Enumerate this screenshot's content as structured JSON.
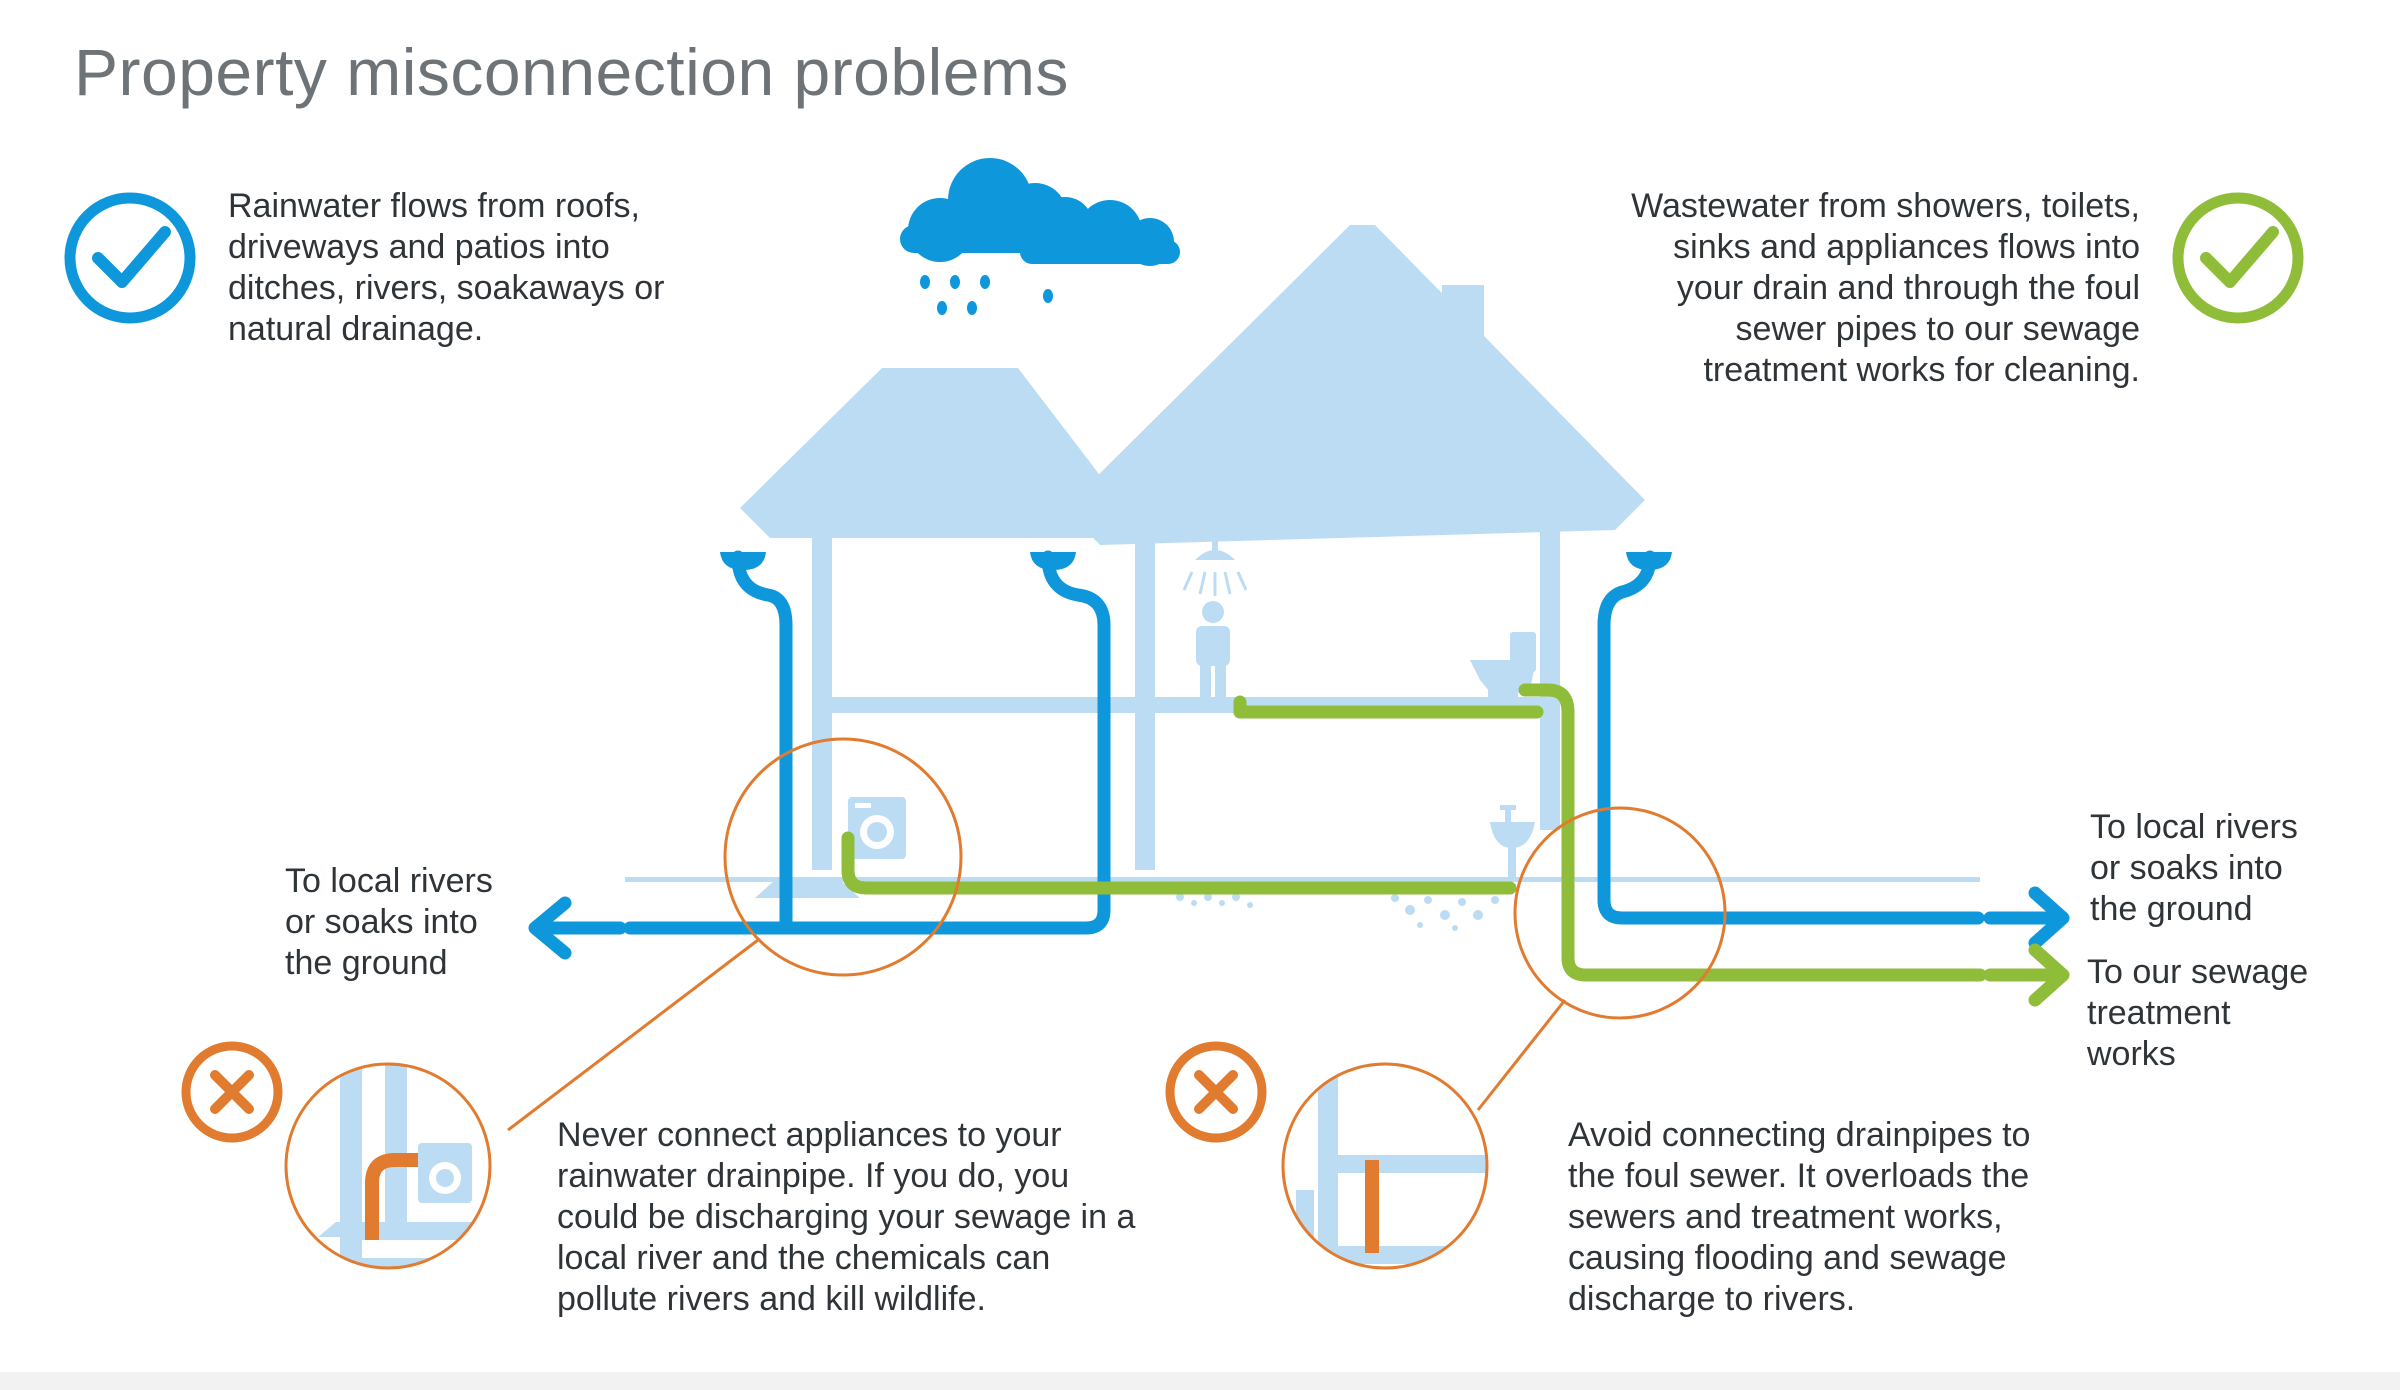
{
  "title": "Property misconnection problems",
  "rainwater_note": "Rainwater flows from roofs,\ndriveways and patios into\nditches, rivers, soakaways or\nnatural drainage.",
  "wastewater_note": "Wastewater from showers, toilets,\nsinks and appliances flows into\nyour drain and through the foul\nsewer pipes to our sewage\ntreatment works for cleaning.",
  "left_outlet_label": "To local rivers\nor soaks into\nthe ground",
  "right_outlet_rivers_label": "To local rivers\nor soaks into\nthe ground",
  "right_outlet_sewage_label": "To our sewage\ntreatment\nworks",
  "appliance_warning": "Never connect appliances to your\nrainwater drainpipe. If you do, you\ncould be discharging your sewage in a\nlocal river and the chemicals can\npollute rivers and kill wildlife.",
  "drainpipe_warning": "Avoid connecting drainpipes to\nthe foul sewer. It overloads the\nsewers and treatment works,\ncausing flooding and sewage\ndischarge to rivers.",
  "colors": {
    "rainwater_blue": "#0f97dc",
    "foul_green": "#8fbd3a",
    "warning_orange": "#e07b2f",
    "house_light_blue": "#bcdcf4",
    "title_grey": "#6d7377"
  },
  "icons": {
    "rainwater_ok": "check-circle-icon",
    "wastewater_ok": "check-circle-icon",
    "appliance_bad": "cross-circle-icon",
    "drainpipe_bad": "cross-circle-icon"
  }
}
